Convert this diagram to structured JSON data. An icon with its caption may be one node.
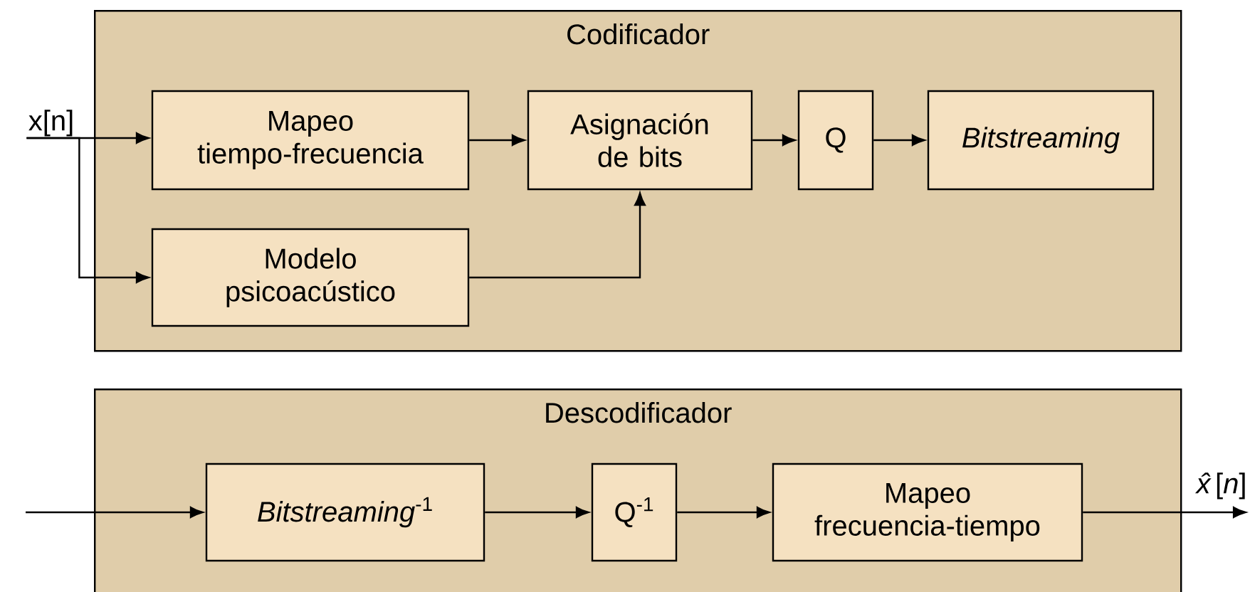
{
  "diagram": {
    "nodes": [
      {
        "text": [
          "Codificador"
        ]
      },
      {
        "text": [
          "x[n]"
        ]
      },
      {
        "text": [
          "Mapeo tiempo-frecuencia"
        ],
        "in": 0
      },
      {
        "text": [
          "Asignación de bits"
        ],
        "in": 0
      },
      {
        "text": [
          "Q"
        ],
        "in": 0
      },
      {
        "text": [
          "Bitstreaming"
        ],
        "in": 0
      },
      {
        "text": [
          "Modelo psicoacústico"
        ],
        "in": 0
      },
      {
        "text": [
          "Descodificador"
        ]
      },
      {
        "text": [
          "*Bitstreaming*$^{-1}$"
        ],
        "in": 7
      },
      {
        "text": [
          "Q$^{-1}$"
        ],
        "in": 7
      },
      {
        "text": [
          "Mapeo frecuencia-tiempo"
        ],
        "in": 7
      },
      {
        "text": [
          "*x̂*[*n*]"
        ]
      }
    ],
    "edges": [
      {
        "from": 1,
        "to": 2,
        "arrow": "to"
      },
      {
        "from": 1,
        "to": 6,
        "arrow": "to"
      },
      {
        "from": 2,
        "to": 3,
        "arrow": "to"
      },
      {
        "from": 3,
        "to": 4,
        "arrow": "to"
      },
      {
        "from": 4,
        "to": 5,
        "arrow": "to"
      },
      {
        "from": 6,
        "to": 3,
        "arrow": "to"
      },
      {
        "from": null,
        "to": 8,
        "arrow": "to"
      },
      {
        "from": 8,
        "to": 9,
        "arrow": "to"
      },
      {
        "from": 9,
        "to": 10,
        "arrow": "to"
      },
      {
        "from": 10,
        "to": 11,
        "arrow": "to"
      }
    ]
  }
}
